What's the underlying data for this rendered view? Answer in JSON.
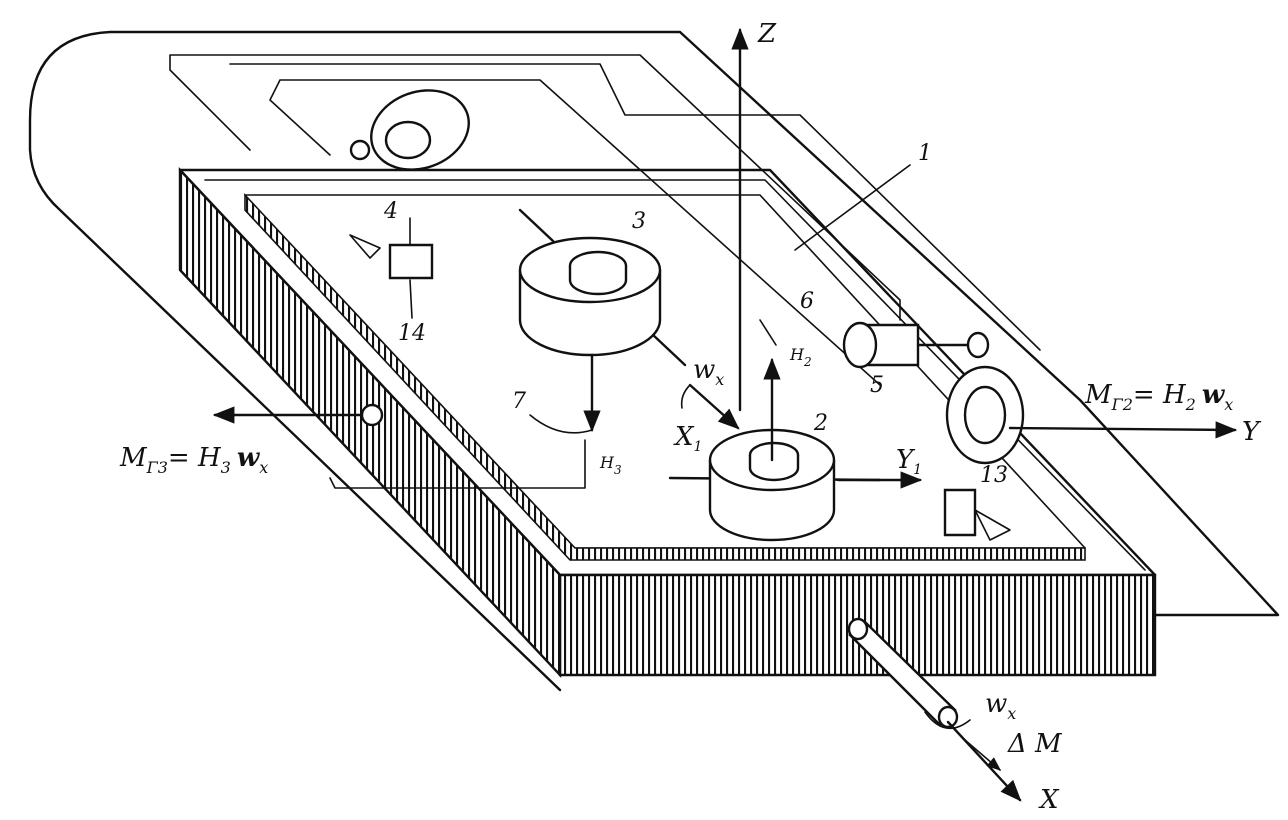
{
  "labels": {
    "n1": "1",
    "n2": "2",
    "n3": "3",
    "n4": "4",
    "n5": "5",
    "n6": "6",
    "n7": "7",
    "n13": "13",
    "n14": "14",
    "axis_z": "Z",
    "axis_y": "Y",
    "axis_x": "X",
    "axis_x1": "X",
    "axis_x1_sub": "1",
    "axis_y1": "Y",
    "axis_y1_sub": "1",
    "h2": "H",
    "h2_sub": "2",
    "h3": "H",
    "h3_sub": "3",
    "omega_top": "w",
    "omega_top_sub": "x",
    "omega_bottom": "w",
    "omega_bottom_sub": "x",
    "delta_m": "Δ M",
    "eq_right": "M",
    "eq_right_sub": "Γ2",
    "eq_right_rhs": "= H",
    "eq_right_rhs_sub": "2",
    "eq_right_w": "w",
    "eq_right_w_sub": "x",
    "eq_left": "M",
    "eq_left_sub": "Γ3",
    "eq_left_rhs": "= H",
    "eq_left_rhs_sub": "3",
    "eq_left_w": "w",
    "eq_left_w_sub": "x"
  },
  "colors": {
    "ink": "#111111",
    "paper": "#ffffff"
  }
}
